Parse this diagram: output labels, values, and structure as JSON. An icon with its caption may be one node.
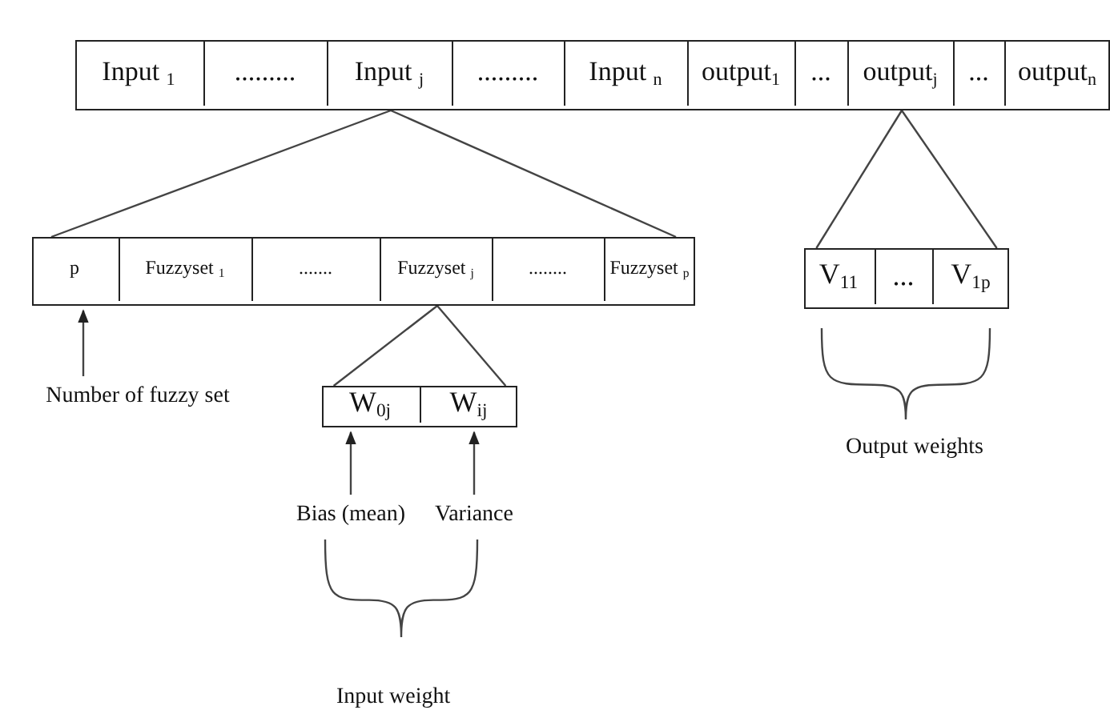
{
  "diagram": {
    "nodes": [
      {
        "text": [],
        "shape": "box"
      },
      {
        "text": [
          "Input $_{1}$"
        ],
        "in": 0
      },
      {
        "text": [
          "........."
        ],
        "in": 0
      },
      {
        "text": [
          "Input $_{j}$"
        ],
        "in": 0
      },
      {
        "text": [
          "........."
        ],
        "in": 0
      },
      {
        "text": [
          "Input $_{n}$"
        ],
        "in": 0
      },
      {
        "text": [
          "output$_{1}$"
        ],
        "in": 0
      },
      {
        "text": [
          "..."
        ],
        "in": 0
      },
      {
        "text": [
          "output$_{j}$"
        ],
        "in": 0
      },
      {
        "text": [
          "..."
        ],
        "in": 0
      },
      {
        "text": [
          "output$_{n}$"
        ],
        "in": 0
      },
      {
        "text": [],
        "shape": "box"
      },
      {
        "text": [
          "p"
        ],
        "in": 11
      },
      {
        "text": [
          "Fuzzyset $_{1}$"
        ],
        "in": 11
      },
      {
        "text": [
          "......."
        ],
        "in": 11
      },
      {
        "text": [
          "Fuzzyset $_{j}$"
        ],
        "in": 11
      },
      {
        "text": [
          "........"
        ],
        "in": 11
      },
      {
        "text": [
          "Fuzzyset $_{p}$"
        ],
        "in": 11
      },
      {
        "text": [],
        "shape": "box"
      },
      {
        "text": [
          "W$_{0j}$"
        ],
        "in": 18
      },
      {
        "text": [
          "W$_{ij}$"
        ],
        "in": 18
      },
      {
        "text": [],
        "shape": "box"
      },
      {
        "text": [
          "V$_{11}$"
        ],
        "in": 21
      },
      {
        "text": [
          "..."
        ],
        "in": 21
      },
      {
        "text": [
          "V$_{1p}$"
        ],
        "in": 21
      },
      {
        "text": [
          "Number of fuzzy set"
        ]
      },
      {
        "text": [
          "Bias (mean)"
        ]
      },
      {
        "text": [
          "Variance"
        ]
      }
    ],
    "edges": [
      {
        "from": 3,
        "to": 11,
        "arrow": "none"
      },
      {
        "from": 3,
        "to": 11,
        "arrow": "none"
      },
      {
        "from": 8,
        "to": 21,
        "arrow": "none"
      },
      {
        "from": 8,
        "to": 21,
        "arrow": "none"
      },
      {
        "from": 15,
        "to": 18,
        "arrow": "none"
      },
      {
        "from": 15,
        "to": 18,
        "arrow": "none"
      },
      {
        "from": 25,
        "to": 12,
        "arrow": "to"
      },
      {
        "from": 26,
        "to": 19,
        "arrow": "to"
      },
      {
        "from": 27,
        "to": 20,
        "arrow": "to"
      }
    ],
    "labels": [
      "Input weight",
      "Output weights"
    ]
  }
}
